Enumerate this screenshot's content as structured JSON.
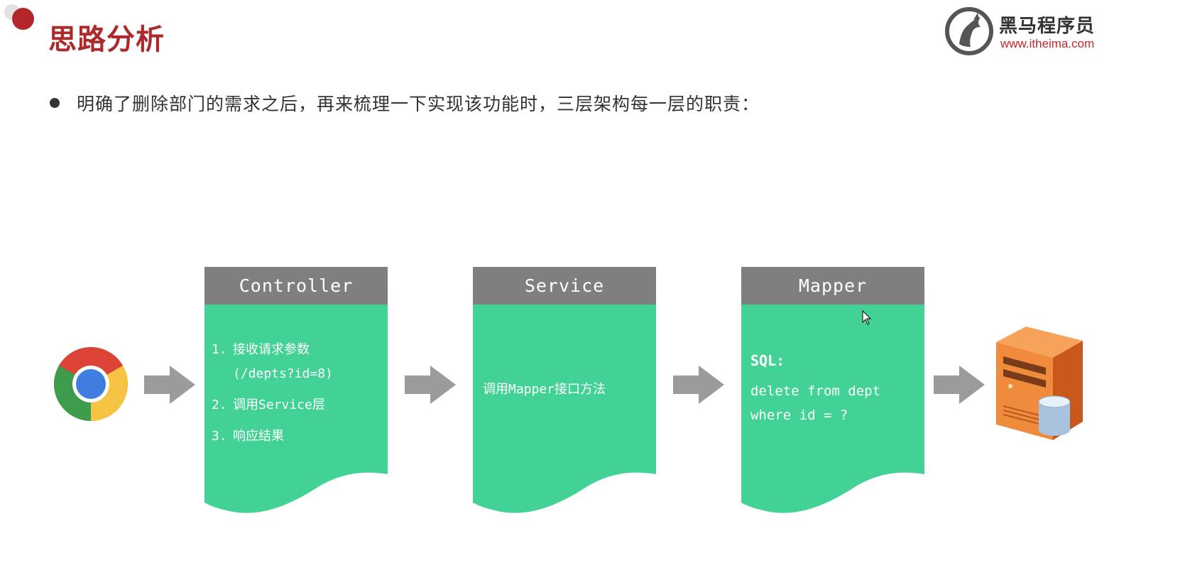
{
  "title": "思路分析",
  "logo": {
    "name": "黑马程序员",
    "url": "www.itheima.com"
  },
  "bullet": "明确了删除部门的需求之后，再来梳理一下实现该功能时，三层架构每一层的职责：",
  "colors": {
    "title_red": "#ac2a2b",
    "header_grey": "#7f7f7f",
    "box_green": "#42d295",
    "arrow_grey": "#9a9c9b"
  },
  "icons": {
    "client": "chrome-browser-icon",
    "database": "database-server-icon"
  },
  "layers": {
    "controller": {
      "title": "Controller",
      "steps": [
        {
          "num": "1.",
          "text": "接收请求参数"
        },
        {
          "num": "",
          "text": "(/depts?id=8)"
        },
        {
          "num": "2.",
          "text": "调用Service层"
        },
        {
          "num": "3.",
          "text": "响应结果"
        }
      ]
    },
    "service": {
      "title": "Service",
      "text": "调用Mapper接口方法"
    },
    "mapper": {
      "title": "Mapper",
      "sql_label": "SQL:",
      "sql_lines": [
        "delete from dept",
        "where id = ?"
      ]
    }
  }
}
